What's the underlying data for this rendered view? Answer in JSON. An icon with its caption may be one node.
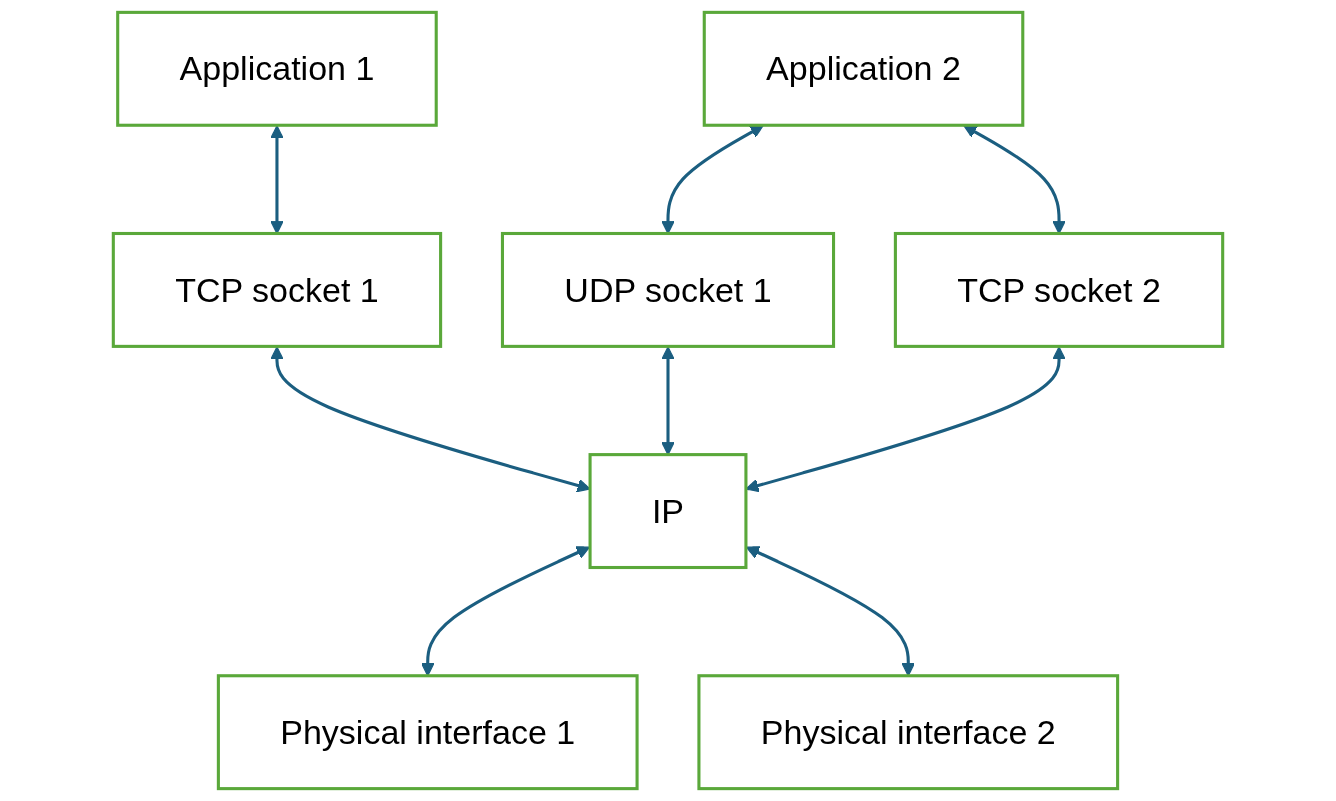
{
  "diagram": {
    "nodes": [
      {
        "text": [
          "Application 1"
        ]
      },
      {
        "text": [
          "Application 2"
        ]
      },
      {
        "text": [
          "TCP socket 1"
        ]
      },
      {
        "text": [
          "UDP socket 1"
        ]
      },
      {
        "text": [
          "TCP socket 2"
        ]
      },
      {
        "text": [
          "IP"
        ]
      },
      {
        "text": [
          "Physical interface 1"
        ]
      },
      {
        "text": [
          "Physical interface 2"
        ]
      }
    ],
    "edges": [
      {
        "from": 0,
        "to": 2,
        "arrow": "both"
      },
      {
        "from": 1,
        "to": 3,
        "arrow": "both"
      },
      {
        "from": 1,
        "to": 4,
        "arrow": "both"
      },
      {
        "from": 2,
        "to": 5,
        "arrow": "both"
      },
      {
        "from": 3,
        "to": 5,
        "arrow": "both"
      },
      {
        "from": 4,
        "to": 5,
        "arrow": "both"
      },
      {
        "from": 5,
        "to": 6,
        "arrow": "both"
      },
      {
        "from": 5,
        "to": 7,
        "arrow": "both"
      }
    ]
  }
}
